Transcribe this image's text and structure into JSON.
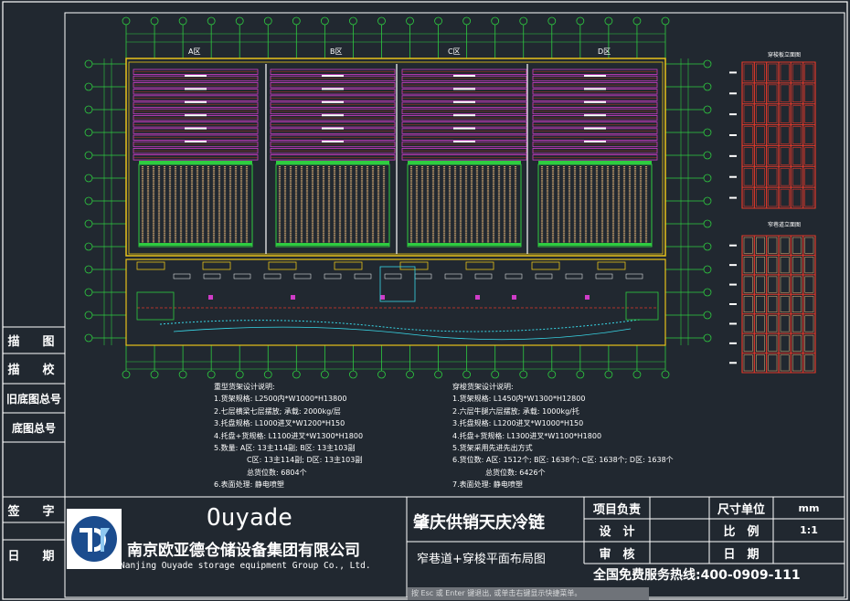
{
  "title_block_left": {
    "rows": [
      "描　图",
      "描　校",
      "旧底图总号",
      "底图总号",
      "签　字",
      "日　期"
    ]
  },
  "zones": [
    "A区",
    "B区",
    "C区",
    "D区"
  ],
  "side_views": {
    "top_title": "穿梭板立面图",
    "bottom_title": "窄巷道立面图"
  },
  "notes_left": {
    "title": "重型货架设计说明:",
    "lines": [
      "1.货架规格: L2500内*W1000*H13800",
      "2.七层横梁七层摆放; 承载: 2000kg/层",
      "3.托盘规格: L1000进叉*W1200*H150",
      "4.托盘+货规格: L1100进叉*W1300*H1800",
      "5.数量: A区: 13主114副; B区: 13主103副",
      "C区: 13主114副; D区: 13主103副",
      "总货位数: 6804个",
      "6.表面处理: 静电喷塑"
    ]
  },
  "notes_right": {
    "title": "穿梭货架设计说明:",
    "lines": [
      "1.货架规格: L1450内*W1300*H12800",
      "2.六层牛腿六层摆放; 承载: 1000kg/托",
      "3.托盘规格: L1200进叉*W1000*H150",
      "4.托盘+货规格: L1300进叉*W1100*H1800",
      "5.货架采用先进先出方式",
      "6.货位数: A区: 1512个; B区: 1638个; C区: 1638个; D区: 1638个",
      "总货位数: 6426个",
      "7.表面处理: 静电喷塑"
    ]
  },
  "company": {
    "brand": "Ouyade",
    "name_cn": "南京欧亚德仓储设备集团有限公司",
    "name_en": "Nanjing Ouyade storage equipment Group Co., Ltd."
  },
  "project": {
    "name": "肇庆供销天庆冷链",
    "drawing_name": "窄巷道+穿梭平面布局图"
  },
  "title_block_right": {
    "project_lead": "项目负责",
    "design": "设　计",
    "review": "审　核",
    "unit_label": "尺寸单位",
    "unit_value": "mm",
    "scale_label": "比　例",
    "scale_value": "1:1",
    "date_label": "日　期"
  },
  "hotline": "全国免费服务热线:400-0909-111",
  "status_bar": "按 Esc 或 Enter 键退出, 或单击右键显示快捷菜单。",
  "colors": {
    "background": "#212830",
    "frame": "#ffffff",
    "axis_green": "#2ecc40",
    "rack_magenta": "#d03cc8",
    "rack_red": "#e0382a",
    "wall_yellow": "#e8c21a",
    "shuttle_brown": "#c8a06e",
    "cyan": "#38d8e8"
  }
}
